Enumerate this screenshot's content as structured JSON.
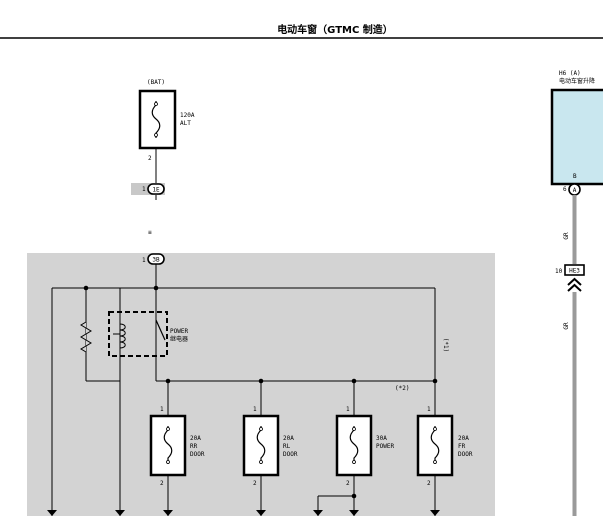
{
  "header": {
    "title": "电动车窗（GTMC 制造）"
  },
  "top_fuse": {
    "source": "(BAT)",
    "rating": "120A",
    "name": "ALT",
    "pin": "2"
  },
  "connectors": {
    "c1E": {
      "pin": "1",
      "id": "1E"
    },
    "c3B": {
      "pin": "1",
      "id": "3B"
    },
    "cH6": {
      "pin": "6",
      "id": "A"
    },
    "cHE3": {
      "pin": "10",
      "id": "HE3"
    }
  },
  "ground_mark": "≡",
  "relay": {
    "label_en": "POWER",
    "label_cn": "继电器"
  },
  "notes": {
    "n1": "(*1)",
    "n2": "(*2)"
  },
  "fuses": [
    {
      "pin_top": "1",
      "rating": "20A",
      "line1": "RR",
      "line2": "DOOR",
      "pin_bottom": "2"
    },
    {
      "pin_top": "1",
      "rating": "20A",
      "line1": "RL",
      "line2": "DOOR",
      "pin_bottom": "2"
    },
    {
      "pin_top": "1",
      "rating": "30A",
      "line1": "POWER",
      "line2": "",
      "pin_bottom": "2"
    },
    {
      "pin_top": "1",
      "rating": "20A",
      "line1": "FR",
      "line2": "DOOR",
      "pin_bottom": "2"
    }
  ],
  "right_component": {
    "id": "H6 (A)",
    "desc": "电动车窗升降",
    "pin_label": "B"
  },
  "wire_colors": {
    "upper": "GR",
    "lower": "GR"
  },
  "colors": {
    "panel": "#d3d3d3",
    "component_fill": "#c9e7ef",
    "wire_gray": "#9a9a9a"
  }
}
